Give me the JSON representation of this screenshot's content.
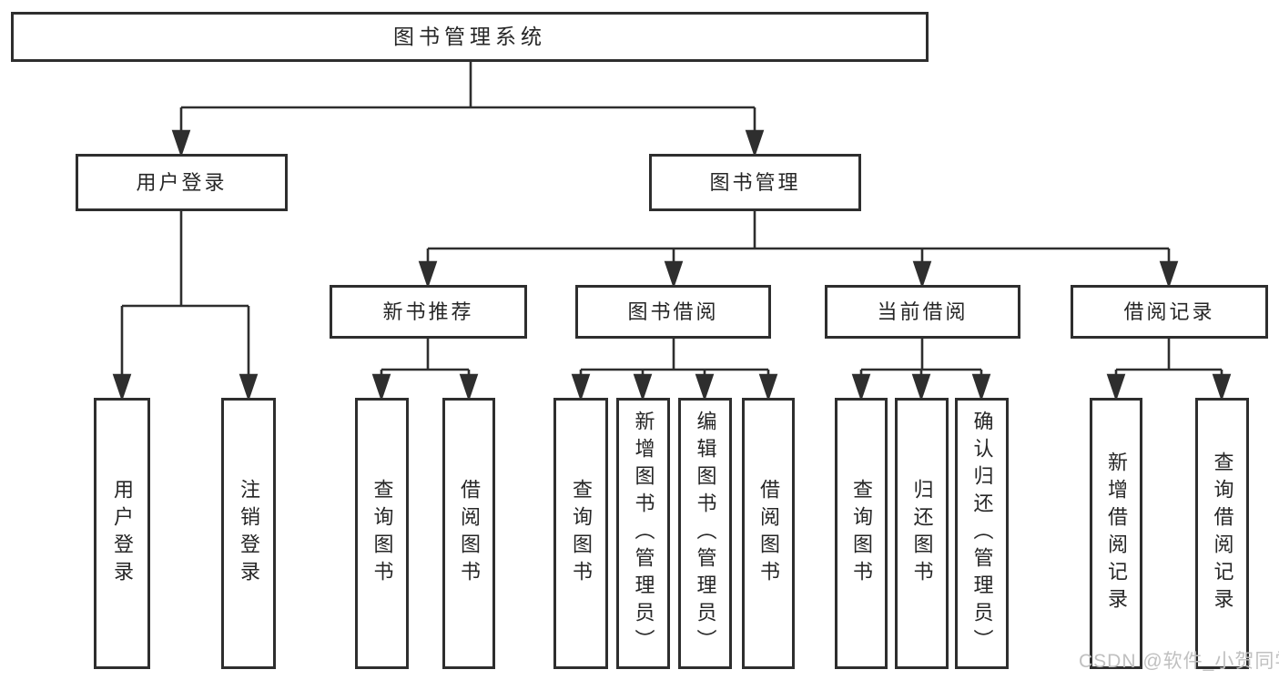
{
  "diagram": {
    "root": {
      "label": "图书管理系统"
    },
    "level2": {
      "user_login": {
        "label": "用户登录"
      },
      "book_mgmt": {
        "label": "图书管理"
      }
    },
    "level3": {
      "new_book_recommend": {
        "label": "新书推荐"
      },
      "book_borrowing": {
        "label": "图书借阅"
      },
      "current_borrowing": {
        "label": "当前借阅"
      },
      "borrow_records": {
        "label": "借阅记录"
      }
    },
    "leaves": {
      "user_login": {
        "label": "用户登录"
      },
      "logout": {
        "label": "注销登录"
      },
      "nb_query_books": {
        "label": "查询图书"
      },
      "nb_borrow_books": {
        "label": "借阅图书"
      },
      "bw_query_books": {
        "label": "查询图书"
      },
      "bw_add_books_admin": {
        "label": "新增图书（管理员）"
      },
      "bw_edit_books_admin": {
        "label": "编辑图书（管理员）"
      },
      "bw_borrow_books": {
        "label": "借阅图书"
      },
      "cur_query_books": {
        "label": "查询图书"
      },
      "cur_return_books": {
        "label": "归还图书"
      },
      "cur_confirm_return_admin": {
        "label": "确认归还（管理员）"
      },
      "rec_add_record": {
        "label": "新增借阅记录"
      },
      "rec_query_record": {
        "label": "查询借阅记录"
      }
    },
    "watermark": "CSDN @软件_小贺同学",
    "colors": {
      "line": "#2e2e2e",
      "box_border": "#2e2e2e",
      "text": "#262626",
      "watermark": "#c0c0c0",
      "background": "#ffffff"
    }
  }
}
